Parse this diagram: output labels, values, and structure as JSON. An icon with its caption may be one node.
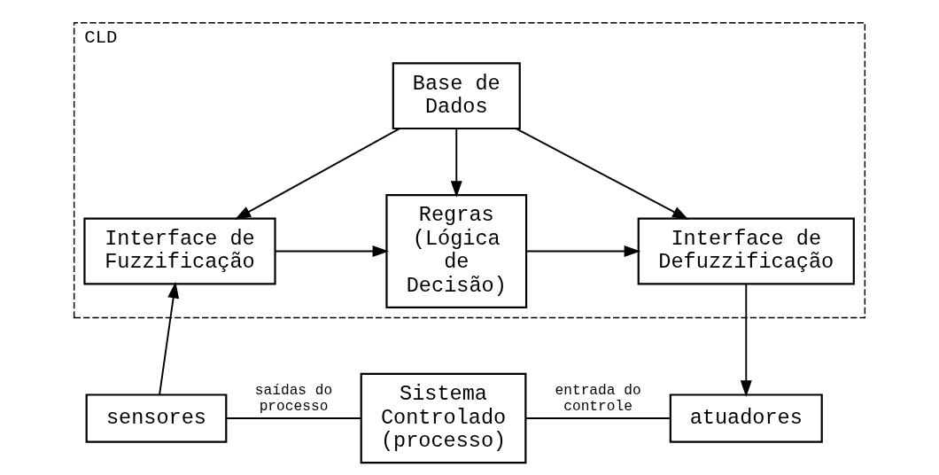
{
  "diagram": {
    "nodes": [
      {
        "text": [
          "CLD"
        ]
      },
      {
        "text": [
          "Base de Dados"
        ],
        "in": 0
      },
      {
        "text": [
          "Interface de Fuzzificação"
        ],
        "in": 0
      },
      {
        "text": [
          "Regras (Lógica de Decisão)"
        ],
        "in": 0
      },
      {
        "text": [
          "Interface de Defuzzificação"
        ],
        "in": 0
      },
      {
        "text": [
          "sensores"
        ]
      },
      {
        "text": [
          "Sistema Controlado (processo)"
        ]
      },
      {
        "text": [
          "atuadores"
        ]
      }
    ],
    "edges": [
      {
        "from": 1,
        "to": 2,
        "arrow": "to"
      },
      {
        "from": 1,
        "to": 3,
        "arrow": "to"
      },
      {
        "from": 1,
        "to": 4,
        "arrow": "to"
      },
      {
        "from": 2,
        "to": 3,
        "arrow": "to"
      },
      {
        "from": 3,
        "to": 4,
        "arrow": "to"
      },
      {
        "from": 5,
        "to": 2,
        "arrow": "to"
      },
      {
        "from": 4,
        "to": 7,
        "arrow": "to"
      },
      {
        "from": 5,
        "to": 6,
        "arrow": "none",
        "label": "saídas do processo"
      },
      {
        "from": 6,
        "to": 7,
        "arrow": "none",
        "label": "entrada do controle"
      }
    ]
  }
}
